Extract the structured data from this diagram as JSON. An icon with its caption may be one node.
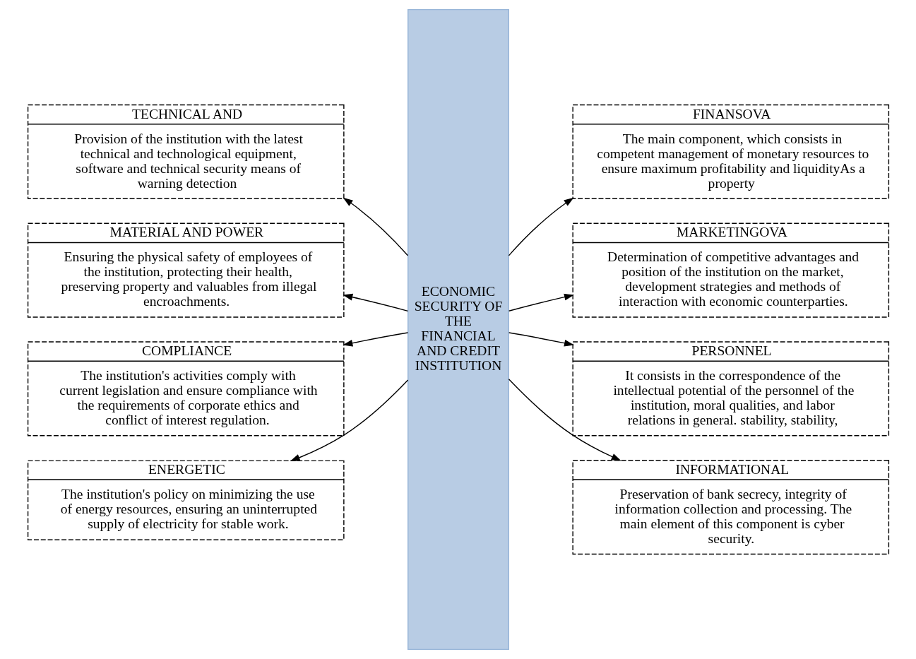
{
  "diagram": {
    "nodes": [
      {
        "text": [
          "ECONOMIC SECURITY OF THE FINANCIAL AND CREDIT INSTITUTION"
        ]
      },
      {
        "text": [
          "TECHNICAL AND",
          "Provision of the institution with the latest technical and technological equipment, software and technical security means of warning detection"
        ]
      },
      {
        "text": [
          "FINANSOVA",
          "The main component, which consists in competent management of monetary resources to ensure maximum profitability and liquidityAs a property"
        ]
      },
      {
        "text": [
          "MATERIAL AND POWER",
          "Ensuring the physical safety of employees of the institution, protecting their health, preserving property and valuables from illegal encroachments."
        ]
      },
      {
        "text": [
          "MARKETINGOVA",
          "Determination of competitive advantages and position of the institution on the market, development strategies and methods of interaction with economic counterparties."
        ]
      },
      {
        "text": [
          "COMPLIANCE",
          "The institution's activities comply with current legislation and ensure compliance with the requirements of corporate ethics and conflict of interest regulation."
        ]
      },
      {
        "text": [
          "PERSONNEL",
          "It consists in the correspondence of the intellectual potential of the personnel of the institution, moral qualities, and labor relations in general. stability, stability,"
        ]
      },
      {
        "text": [
          "ENERGETIC",
          "The institution's policy on minimizing the use of energy resources, ensuring an uninterrupted supply of electricity for stable work."
        ]
      },
      {
        "text": [
          "INFORMATIONAL",
          "Preservation of bank secrecy, integrity of information collection and processing. The main element of this component is cyber security."
        ]
      }
    ],
    "edges": [
      {
        "from": 0,
        "to": 1,
        "arrow": "to"
      },
      {
        "from": 0,
        "to": 2,
        "arrow": "to"
      },
      {
        "from": 0,
        "to": 3,
        "arrow": "to"
      },
      {
        "from": 0,
        "to": 4,
        "arrow": "to"
      },
      {
        "from": 0,
        "to": 5,
        "arrow": "to"
      },
      {
        "from": 0,
        "to": 6,
        "arrow": "to"
      },
      {
        "from": 0,
        "to": 7,
        "arrow": "to"
      },
      {
        "from": 0,
        "to": 8,
        "arrow": "to"
      }
    ]
  }
}
